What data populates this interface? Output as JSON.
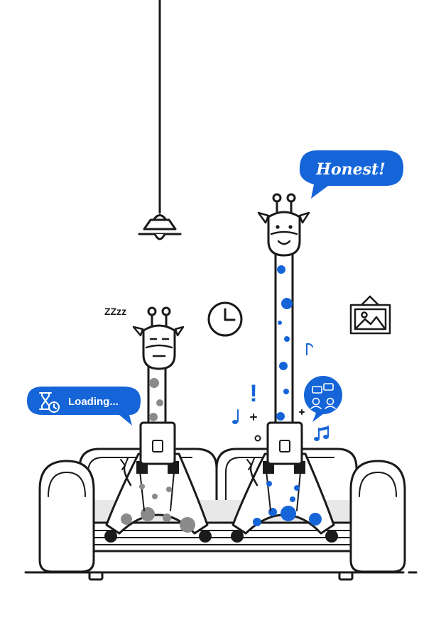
{
  "colors": {
    "accent": "#1565d8",
    "outline": "#1a1a1a",
    "grey_spot": "#8a8a8a",
    "sofa_shade": "#e8e8e8"
  },
  "speech": {
    "honest": "Honest!",
    "loading": "Loading...",
    "sleep": "ZZzz",
    "exclaim": "!"
  },
  "icons": [
    "ceiling-lamp-icon",
    "wall-clock-icon",
    "picture-frame-icon",
    "hourglass-icon",
    "chat-people-icon",
    "music-note-icon",
    "beamed-notes-icon",
    "sofa-icon",
    "tablet-icon"
  ]
}
